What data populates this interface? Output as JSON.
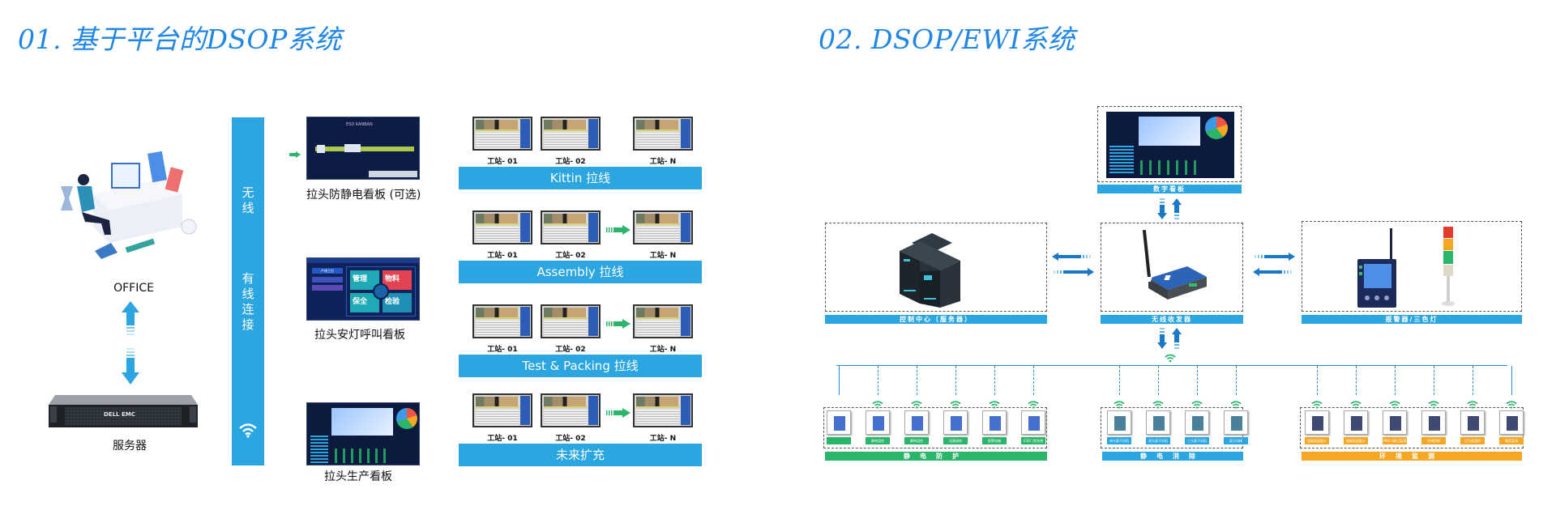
{
  "sections": [
    {
      "title": "01. 基于平台的DSOP系统"
    },
    {
      "title": "02. DSOP/EWI系统"
    }
  ],
  "left": {
    "office_label": "OFFICE",
    "server_label": "服务器",
    "server_brand": "DELL EMC",
    "connection_bar": {
      "wireless": "无线",
      "wired": "有线连接",
      "icon": "wifi-icon"
    },
    "kanbans": [
      {
        "label": "拉头防静电看板 (可选)",
        "screen_title": "ESD KANBAN"
      },
      {
        "label": "拉头安灯呼叫看板",
        "tiles": [
          "管理",
          "物料",
          "保全",
          "检验"
        ],
        "side_title": "产线工位"
      },
      {
        "label": "拉头生产看板"
      }
    ],
    "lines": [
      {
        "name": "Kittin 拉线",
        "stations": [
          "工站- 01",
          "工站- 02",
          "工站- N"
        ],
        "arrow": false
      },
      {
        "name": "Assembly 拉线",
        "stations": [
          "工站- 01",
          "工站- 02",
          "工站- N"
        ],
        "arrow": true
      },
      {
        "name": "Test & Packing 拉线",
        "stations": [
          "工站- 01",
          "工站- 02",
          "工站- N"
        ],
        "arrow": true
      },
      {
        "name": "未来扩充",
        "stations": [
          "工站- 01",
          "工站- 02",
          "工站- N"
        ],
        "arrow": true
      }
    ]
  },
  "right": {
    "digital_board": "数字看板",
    "control_center": "控制中心（服务器）",
    "transceiver": "无线收发器",
    "alarm": "报警器/三色灯",
    "categories": [
      {
        "name": "静电防护",
        "color": "#2bb56a",
        "devices": [
          "",
          "腕带监控",
          "脚带监控",
          "设备接地",
          "报警电箱",
          "ESD门禁系统"
        ]
      },
      {
        "name": "静电消除",
        "color": "#2ca6e0",
        "devices": [
          "单头离子风机",
          "双头离子风机",
          "三头离子风机",
          "离子风棒"
        ]
      },
      {
        "name": "环境监测",
        "color": "#f5a623",
        "devices": [
          "智能温湿度计",
          "智能温湿度计",
          "PM2.5粉尘监测",
          "空调控制",
          "压力差监控",
          "噪音监测"
        ]
      }
    ]
  },
  "colors": {
    "accent_blue": "#2ca6e0",
    "title_blue": "#1f86e6",
    "arrow_blue": "#1a78c8",
    "green": "#2bb56a",
    "orange": "#f5a623"
  }
}
